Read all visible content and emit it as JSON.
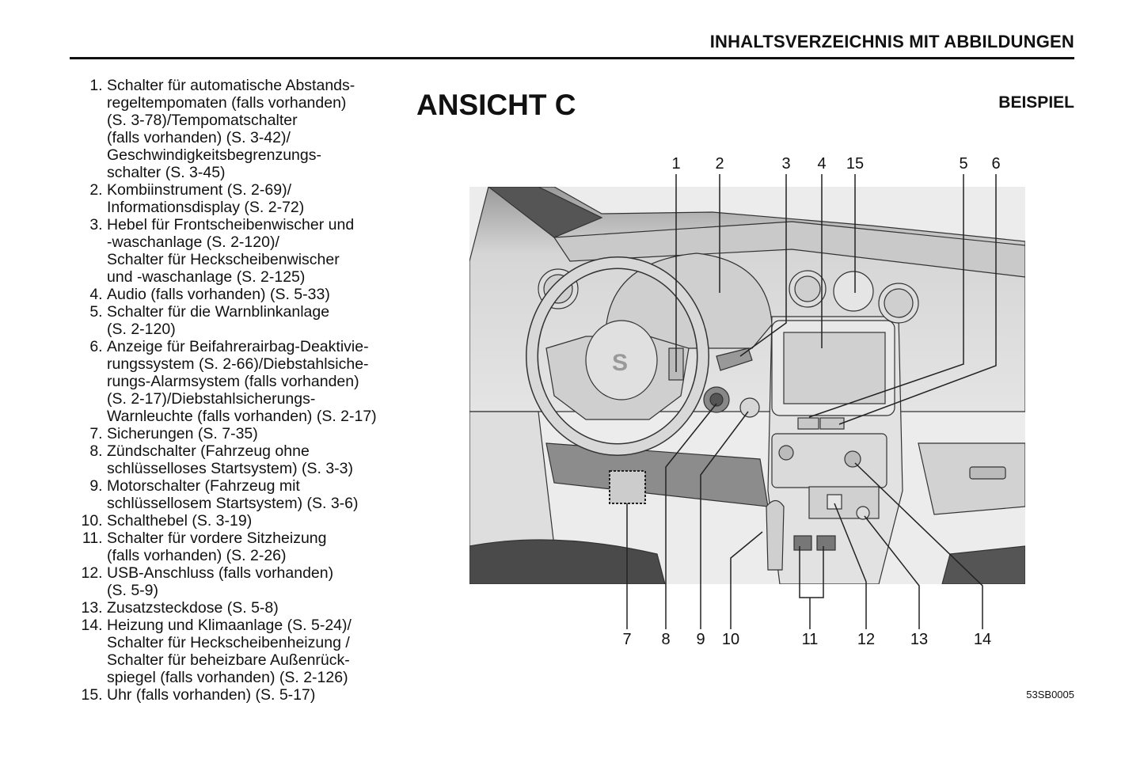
{
  "header": {
    "title": "INHALTSVERZEICHNIS MIT ABBILDUNGEN"
  },
  "section": {
    "title": "ANSICHT C",
    "label": "BEISPIEL",
    "figure_code": "53SB0005"
  },
  "items": [
    {
      "num": "1.",
      "lines": [
        "Schalter für automatische Abstands-",
        "regeltempomaten (falls vorhanden)",
        "(S. 3-78)/Tempomatschalter",
        "(falls vorhanden) (S. 3-42)/",
        "Geschwindigkeitsbegrenzungs-",
        "schalter (S. 3-45)"
      ]
    },
    {
      "num": "2.",
      "lines": [
        "Kombiinstrument (S. 2-69)/",
        "Informationsdisplay (S. 2-72)"
      ]
    },
    {
      "num": "3.",
      "lines": [
        "Hebel für Frontscheibenwischer und",
        "-waschanlage (S. 2-120)/",
        "Schalter für Heckscheibenwischer",
        "und -waschanlage (S. 2-125)"
      ]
    },
    {
      "num": "4.",
      "lines": [
        "Audio (falls vorhanden) (S. 5-33)"
      ]
    },
    {
      "num": "5.",
      "lines": [
        "Schalter für die Warnblinkanlage",
        "(S. 2-120)"
      ]
    },
    {
      "num": "6.",
      "lines": [
        "Anzeige für Beifahrerairbag-Deaktivie-",
        "rungssystem (S. 2-66)/Diebstahlsiche-",
        "rungs-Alarmsystem (falls vorhanden)",
        "(S. 2-17)/Diebstahlsicherungs-",
        "Warnleuchte (falls vorhanden) (S. 2-17)"
      ]
    },
    {
      "num": "7.",
      "lines": [
        "Sicherungen (S. 7-35)"
      ]
    },
    {
      "num": "8.",
      "lines": [
        "Zündschalter (Fahrzeug ohne",
        "schlüsselloses Startsystem) (S. 3-3)"
      ]
    },
    {
      "num": "9.",
      "lines": [
        "Motorschalter (Fahrzeug mit",
        "schlüssellosem Startsystem) (S. 3-6)"
      ]
    },
    {
      "num": "10.",
      "lines": [
        "Schalthebel (S. 3-19)"
      ]
    },
    {
      "num": "11.",
      "lines": [
        "Schalter für vordere Sitzheizung",
        "(falls vorhanden) (S. 2-26)"
      ]
    },
    {
      "num": "12.",
      "lines": [
        "USB-Anschluss (falls vorhanden)",
        "(S. 5-9)"
      ]
    },
    {
      "num": "13.",
      "lines": [
        "Zusatzsteckdose (S. 5-8)"
      ]
    },
    {
      "num": "14.",
      "lines": [
        "Heizung und Klimaanlage (S. 5-24)/",
        "Schalter für Heckscheibenheizung /",
        "Schalter für beheizbare Außenrück-",
        "spiegel (falls vorhanden) (S. 2-126)"
      ]
    },
    {
      "num": "15.",
      "lines": [
        "Uhr (falls vorhanden) (S. 5-17)"
      ]
    }
  ],
  "callouts_top": [
    "1",
    "2",
    "3",
    "4",
    "15",
    "5",
    "6"
  ],
  "callouts_bottom": [
    "7",
    "8",
    "9",
    "10",
    "11",
    "12",
    "13",
    "14"
  ]
}
